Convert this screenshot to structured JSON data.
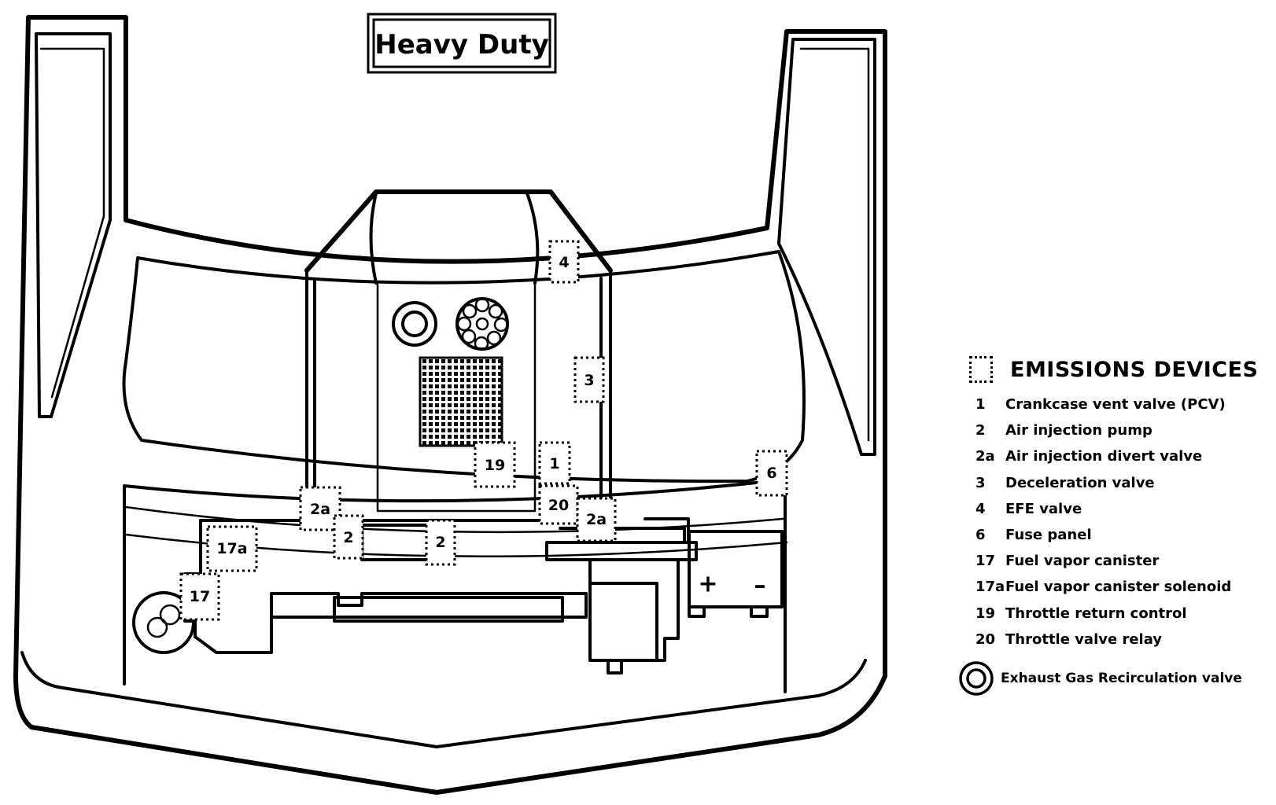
{
  "title": "Heavy Duty",
  "battery": {
    "positive": "+",
    "negative": "–"
  },
  "markers": [
    {
      "code": "4"
    },
    {
      "code": "3"
    },
    {
      "code": "19"
    },
    {
      "code": "1"
    },
    {
      "code": "20"
    },
    {
      "code": "6"
    },
    {
      "code": "2a"
    },
    {
      "code": "2a"
    },
    {
      "code": "2"
    },
    {
      "code": "2"
    },
    {
      "code": "17a"
    },
    {
      "code": "17"
    }
  ],
  "legend": {
    "title": "EMISSIONS DEVICES",
    "items": [
      {
        "code": "1",
        "label": "Crankcase vent valve (PCV)"
      },
      {
        "code": "2",
        "label": "Air injection pump"
      },
      {
        "code": "2a",
        "label": "Air injection divert valve"
      },
      {
        "code": "3",
        "label": "Deceleration valve"
      },
      {
        "code": "4",
        "label": "EFE  valve"
      },
      {
        "code": "6",
        "label": "Fuse panel"
      },
      {
        "code": "17",
        "label": "Fuel vapor canister"
      },
      {
        "code": "17a",
        "label": "Fuel vapor canister solenoid"
      },
      {
        "code": "19",
        "label": "Throttle return control"
      },
      {
        "code": "20",
        "label": "Throttle valve relay"
      }
    ],
    "egr_label": "Exhaust Gas Recirculation valve",
    "egr_icon": "egr-valve-icon"
  }
}
